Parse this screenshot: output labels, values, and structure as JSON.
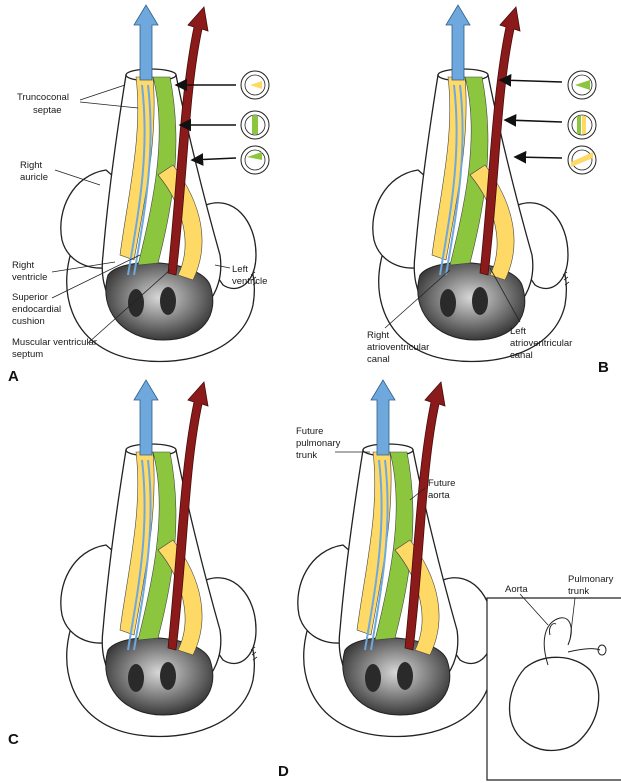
{
  "colors": {
    "pulmonary_arrow": "#6fa8dc",
    "aortic_arrow": "#8b1a1a",
    "septum_green": "#8cc63f",
    "septum_yellow": "#ffd966",
    "cavity_gray": "#555555",
    "outline": "#222222"
  },
  "icons": [
    "pulmonary-flow-arrow",
    "aortic-flow-arrow",
    "cross-section-circle",
    "pointer-arrow"
  ],
  "panels": {
    "A": {
      "letter": "A",
      "labels": {
        "truncoconal": "Truncoconal",
        "septae": "septae",
        "right_auricle_1": "Right",
        "right_auricle_2": "auricle",
        "right_ventricle_1": "Right",
        "right_ventricle_2": "ventricle",
        "superior_1": "Superior",
        "superior_2": "endocardial",
        "superior_3": "cushion",
        "muscular_1": "Muscular ventricular",
        "muscular_2": "septum",
        "left_ventricle_1": "Left",
        "left_ventricle_2": "ventricle"
      }
    },
    "B": {
      "letter": "B",
      "labels": {
        "right_av_1": "Right",
        "right_av_2": "atrioventricular",
        "right_av_3": "canal",
        "left_av_1": "Left",
        "left_av_2": "atrioventricular",
        "left_av_3": "canal"
      }
    },
    "C": {
      "letter": "C"
    },
    "D": {
      "letter": "D",
      "labels": {
        "future_pulm_1": "Future",
        "future_pulm_2": "pulmonary",
        "future_pulm_3": "trunk",
        "future_aorta_1": "Future",
        "future_aorta_2": "aorta",
        "aorta": "Aorta",
        "pulmonary_1": "Pulmonary",
        "pulmonary_2": "trunk"
      }
    }
  }
}
